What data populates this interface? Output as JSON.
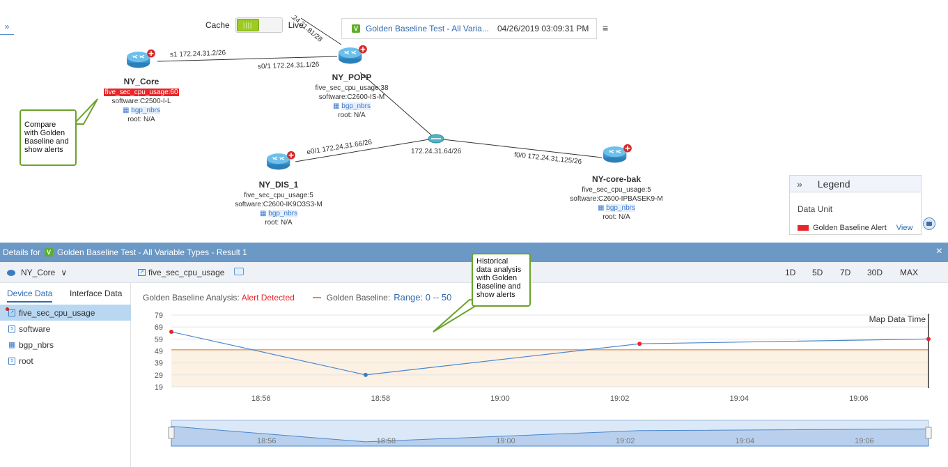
{
  "map": {
    "expand_icon": "double-chevron-right",
    "toggle": {
      "left_label": "Cache",
      "right_label": "Live",
      "knob_text": "||||"
    },
    "result_tab": {
      "badge": "V",
      "title": "Golden Baseline Test - All Varia...",
      "timestamp": "04/26/2019 03:09:31 PM"
    },
    "menu_icon": "≡",
    "nodes": [
      {
        "name": "NY_Core",
        "alert": "five_sec_cpu_usage:60",
        "software": "software:C2500-I-L",
        "link": "bgp_nbrs",
        "root": "root: N/A"
      },
      {
        "name": "NY_POPP",
        "cpu": "five_sec_cpu_usage:38",
        "software": "software:C2600-IS-M",
        "link": "bgp_nbrs",
        "root": "root: N/A"
      },
      {
        "name": "NY_DIS_1",
        "cpu": "five_sec_cpu_usage:5",
        "software": "software:C2600-IK9O3S3-M",
        "link": "bgp_nbrs",
        "root": "root: N/A"
      },
      {
        "name": "NY-core-bak",
        "cpu": "five_sec_cpu_usage:5",
        "software": "software:C2600-IPBASEK9-M",
        "link": "bgp_nbrs",
        "root": "root: N/A"
      }
    ],
    "links": {
      "core_s1": "s1 172.24.31.2/26",
      "popp_s01": "s0/1 172.24.31.1/26",
      "top_partial": ".24.31.81/28",
      "dis_e01": "e0/1 172.24.31.66/26",
      "hub": "172.24.31.64/26",
      "bak_f00": "f0/0 172.24.31.125/26"
    },
    "callouts": {
      "compare": [
        "Compare",
        "with Golden",
        "Baseline and",
        "show alerts"
      ],
      "historical": [
        "Historical",
        "data analysis",
        "with Golden",
        "Baseline and",
        "show alerts"
      ]
    },
    "legend": {
      "title": "Legend",
      "data_unit": "Data Unit",
      "alert_label": "Golden Baseline Alert",
      "view_link": "View"
    }
  },
  "details": {
    "prefix": "Details for",
    "badge": "V",
    "title": "Golden Baseline Test - All Variable Types - Result 1",
    "close_icon": "×",
    "device": "NY_Core",
    "metric": "five_sec_cpu_usage",
    "ranges": [
      "1D",
      "5D",
      "7D",
      "30D",
      "MAX"
    ],
    "left_tabs": [
      "Device Data",
      "Interface Data"
    ],
    "left_items": [
      {
        "icon": "ts",
        "label": "five_sec_cpu_usage"
      },
      {
        "icon": "s",
        "label": "software"
      },
      {
        "icon": "tbl",
        "label": "bgp_nbrs"
      },
      {
        "icon": "s",
        "label": "root"
      }
    ],
    "analysis": {
      "label": "Golden Baseline Analysis:",
      "status": "Alert Detected",
      "baseline_label": "Golden Baseline:",
      "baseline_range": "Range: 0 -- 50"
    }
  },
  "chart_data": {
    "type": "line",
    "title": "",
    "map_data_time_label": "Map Data Time",
    "y_ticks": [
      79,
      69,
      59,
      49,
      39,
      29,
      19
    ],
    "ylim": [
      19,
      79
    ],
    "x_ticks": [
      "18:56",
      "18:58",
      "19:00",
      "19:02",
      "19:04",
      "19:06"
    ],
    "baseline_range": [
      0,
      50
    ],
    "series": [
      {
        "points": [
          {
            "x": "18:54:30",
            "y": 65
          },
          {
            "x": "18:57:45",
            "y": 29
          },
          {
            "x": "19:02:20",
            "y": 55
          },
          {
            "x": "19:07:10",
            "y": 59
          }
        ]
      }
    ]
  }
}
